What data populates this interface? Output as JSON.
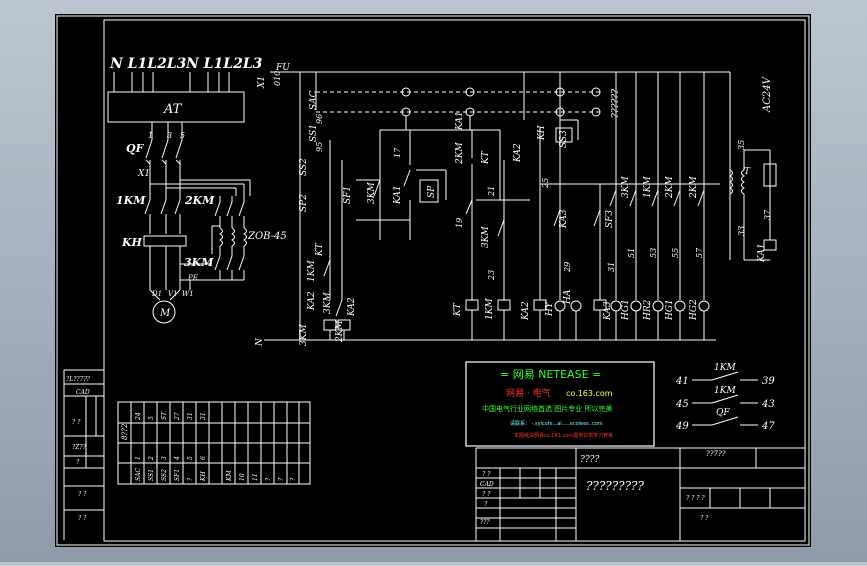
{
  "colors": {
    "background": "#000000",
    "line": "#ffffff",
    "label": "#ffffff",
    "title_green": "#33ff33",
    "accent_red": "#ff3333",
    "yellow": "#ffff66",
    "cyan": "#66ffff"
  },
  "power": {
    "bus_left": "N L1L2L3",
    "bus_right": "N L1L2L3",
    "at_label": "AT",
    "qf_label": "QF",
    "x1_label": "X1",
    "km1_label": "1KM",
    "km2_label": "2KM",
    "kh_label": "KH",
    "zob_label": "ZOB-45",
    "km3_label": "3KM",
    "pe_label": "PE",
    "motor_label": "M",
    "terminal_numbers": [
      "1",
      "3",
      "5"
    ],
    "motor_terminals": [
      "D1",
      "V1",
      "W1"
    ]
  },
  "control": {
    "x1_label": "X1",
    "fu_label": "FU",
    "wire_010": "010",
    "sac_label": "SAC",
    "ss1_label": "SS1",
    "ss2_label": "SS2",
    "sp2_label": "SP2",
    "n_label": "N",
    "contacts": [
      "SF1",
      "3KM",
      "KA1",
      "SP",
      "KA1",
      "2KM",
      "KT",
      "KA2",
      "KH",
      "SS3",
      "3KM",
      "KA3",
      "SF3",
      "3KM",
      "1KM",
      "2KM",
      "2KM",
      "KT",
      "1KM",
      "KA2",
      "3KM",
      "3KM",
      "2KM",
      "KA2"
    ],
    "wire_numbers": [
      "95",
      "96",
      "17",
      "19",
      "21",
      "23",
      "25",
      "29",
      "31",
      "51",
      "53",
      "55",
      "57",
      "33",
      "35",
      "37"
    ],
    "coils": [
      "KT",
      "1KM",
      "KA2",
      "HY",
      "HA",
      "KA3",
      "HG1",
      "HR2",
      "HG1",
      "HG2",
      "KA1"
    ],
    "ac24v_label": "AC24V",
    "t_label": "T",
    "unknown_marks": "??????"
  },
  "logo": {
    "title": "= 网易  NETEASE =",
    "subtitle_left": "网易 · 电气",
    "subtitle_right": "co.163.com",
    "line1": "中国电气行业网络首选  图片专业  所以完美",
    "line2": "请联系： -.sylcofe...al.....ecolees..com",
    "line3": "本图纸由网易co.163.com提供仅供学习参考"
  },
  "contacts_right": [
    {
      "left": "41",
      "label": "1KM",
      "right": "39"
    },
    {
      "left": "45",
      "label": "1KM",
      "right": "43"
    },
    {
      "left": "49",
      "label": "QF",
      "right": "47"
    }
  ],
  "table": {
    "header_cell": "8??2",
    "rows": [
      [
        "SAC",
        "SS1",
        "SS2",
        "SF1",
        "?",
        "KH"
      ],
      [
        "1",
        "2",
        "3",
        "4",
        "5",
        "6"
      ],
      [
        "24",
        "5",
        "ST",
        "27",
        "31",
        "31"
      ]
    ],
    "extra_cols": [
      "KM",
      "10",
      "11",
      "?",
      "?",
      "?"
    ]
  },
  "left_strip": {
    "top": "?L??7??",
    "cad": "CAD",
    "qmarks": "? ?",
    "mid": "?Z??",
    "a1": "?",
    "bottom1": "? ?",
    "bottom2": "? ?"
  },
  "title_block": {
    "code_top": "????",
    "main_title": "?????????",
    "top_right": "??7??",
    "cad": "CAD",
    "qq": "? ?",
    "small": "?",
    "q3": "???",
    "grid_marks": [
      "?  ?",
      "?  ?  ?  ?",
      "? ?"
    ]
  }
}
